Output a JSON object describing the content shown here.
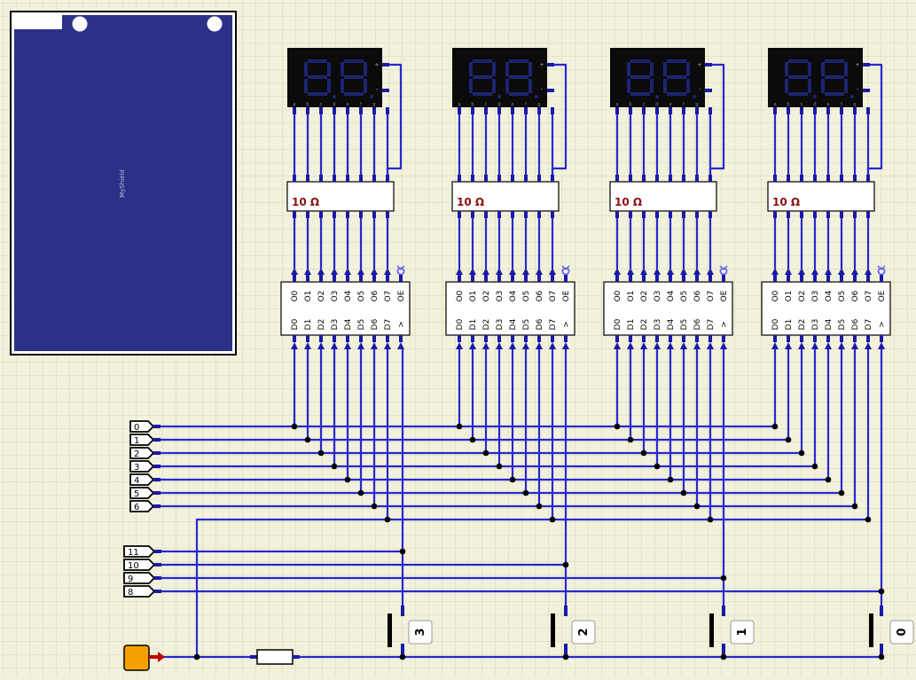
{
  "colors": {
    "background": "#f2f1dc",
    "grid": "#d6d6b4",
    "wire": "#2828d0",
    "pin": "#1a1aa8",
    "shield": "#2c3089",
    "display_body": "#0b0b0b",
    "segment": "#1c2472",
    "resistor_label": "#8b1010",
    "source": "#f5a000",
    "source_arrow": "#c00000"
  },
  "shield": {
    "label": "MyShield"
  },
  "display_pin_letters": [
    "a",
    "b",
    "c",
    "d",
    "e",
    "f",
    "g"
  ],
  "display_pin_marks": [
    "+",
    "-"
  ],
  "resistor_array_label": "10 Ω",
  "latch": {
    "outputs": [
      "O0",
      "O1",
      "O2",
      "O3",
      "O4",
      "O5",
      "O6",
      "O7",
      "OE"
    ],
    "inputs": [
      "D0",
      "D1",
      "D2",
      "D3",
      "D4",
      "D5",
      "D6",
      "D7",
      ">"
    ]
  },
  "segment_input_labels": [
    "0",
    "1",
    "2",
    "3",
    "4",
    "5",
    "6"
  ],
  "control_input_labels": [
    "11",
    "10",
    "9",
    "8"
  ],
  "switch_labels": [
    "3",
    "2",
    "1",
    "0"
  ]
}
